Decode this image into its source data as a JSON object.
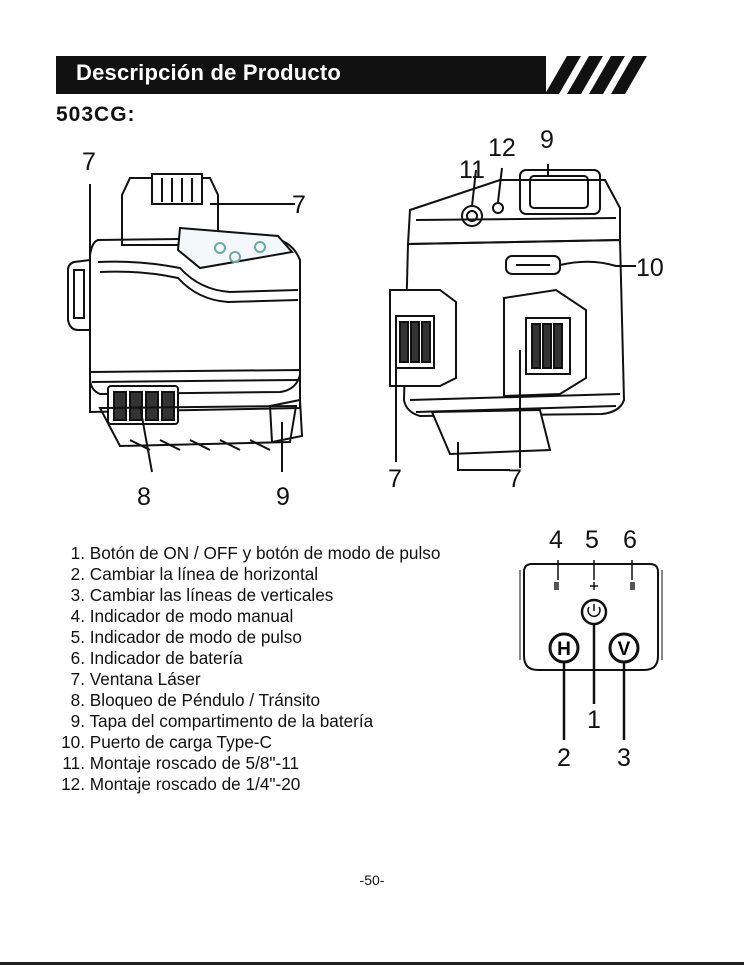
{
  "header": {
    "title": "Descripción de Producto"
  },
  "model": "503CG:",
  "callouts": {
    "left": {
      "top_left": "7",
      "top_right": "7",
      "bottom_a": "8",
      "bottom_b": "9"
    },
    "right": {
      "a": "11",
      "b": "12",
      "c": "9",
      "d": "10",
      "e": "7",
      "f": "7"
    },
    "panel": {
      "a": "4",
      "b": "5",
      "c": "6",
      "d": "1",
      "e": "2",
      "f": "3"
    }
  },
  "panel_buttons": {
    "h": "H",
    "v": "V"
  },
  "items": [
    {
      "num": "1.",
      "text": "Botón de ON / OFF y botón de modo de pulso"
    },
    {
      "num": "2.",
      "text": "Cambiar la línea de horizontal"
    },
    {
      "num": "3.",
      "text": "Cambiar las líneas de verticales"
    },
    {
      "num": "4.",
      "text": "Indicador de modo manual"
    },
    {
      "num": "5.",
      "text": "Indicador de modo de pulso"
    },
    {
      "num": "6.",
      "text": "Indicador de batería"
    },
    {
      "num": "7.",
      "text": "Ventana Láser"
    },
    {
      "num": "8.",
      "text": "Bloqueo de Péndulo / Tránsito"
    },
    {
      "num": "9.",
      "text": "Tapa del compartimento de la batería"
    },
    {
      "num": "10.",
      "text": "Puerto de carga Type-C"
    },
    {
      "num": "11.",
      "text": "Montaje roscado de 5/8\"-11"
    },
    {
      "num": "12.",
      "text": "Montaje roscado de 1/4\"-20"
    }
  ],
  "page_number": "-50-"
}
